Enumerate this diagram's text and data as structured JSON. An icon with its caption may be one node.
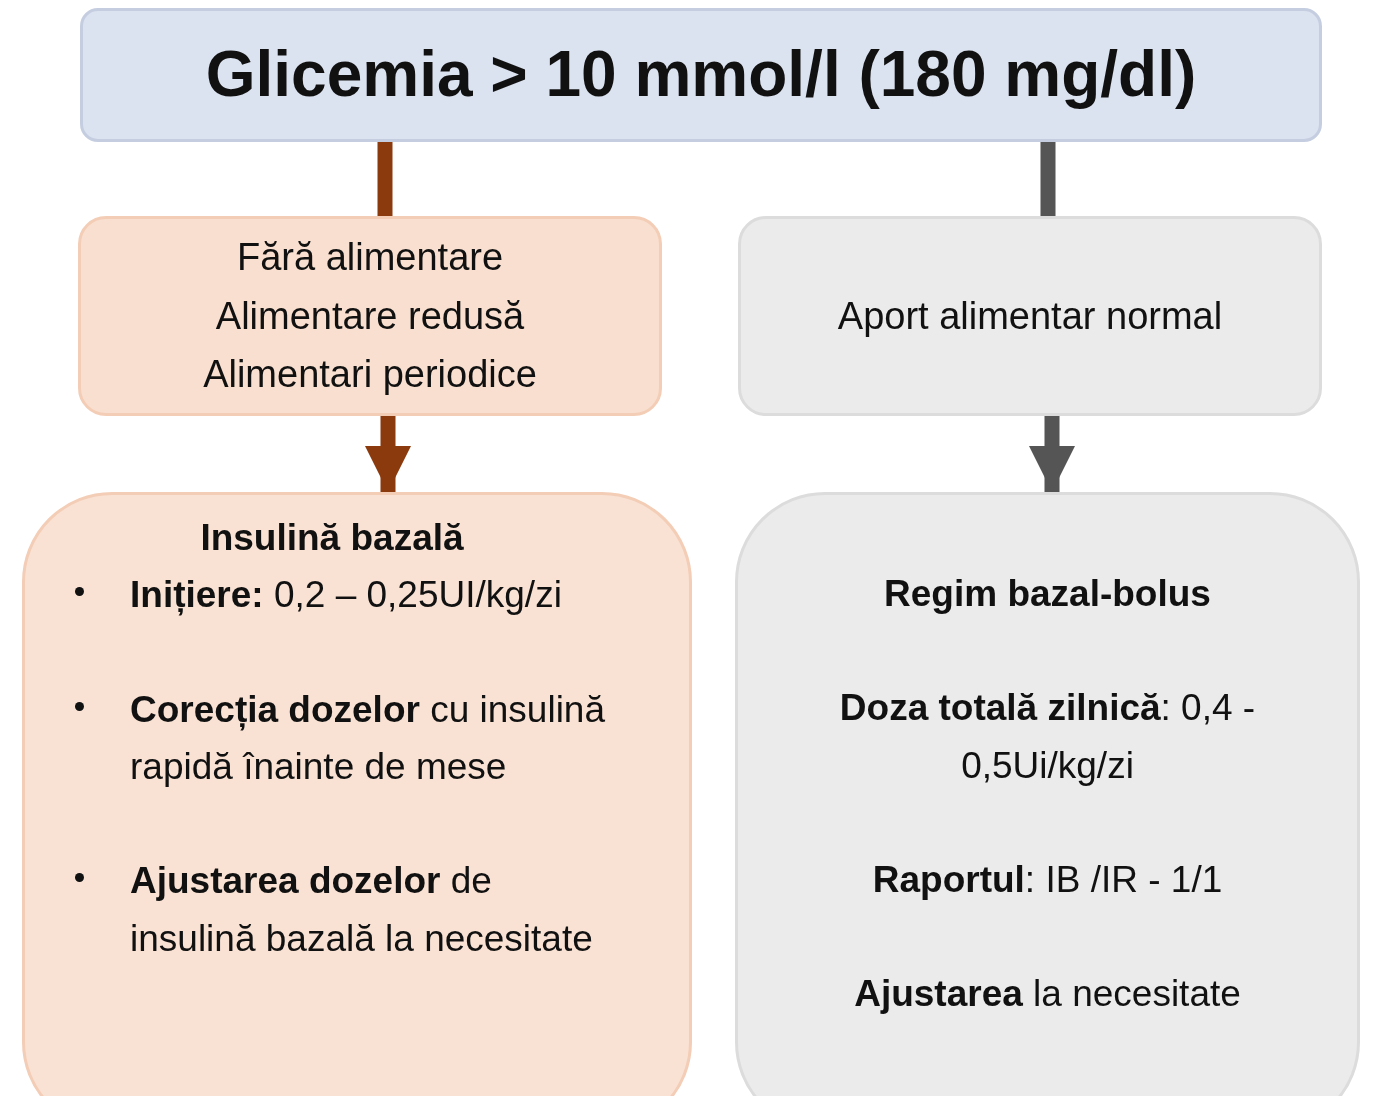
{
  "diagram": {
    "nodes": [
      {
        "text": [
          "Glicemia > 10 mmol/l (180 mg/dl)"
        ]
      },
      {
        "text": [
          "Fără alimentare",
          "Alimentare redusă",
          "Alimentari periodice"
        ]
      },
      {
        "text": [
          "Aport alimentar normal"
        ]
      },
      {
        "text": [
          "Insulină bazală",
          "**Inițiere:** 0,2 – 0,25UI/kg/zi",
          "**Corecția dozelor** cu insulină rapidă înainte de mese",
          "**Ajustarea dozelor** de insulină bazală la necesitate"
        ]
      },
      {
        "text": [
          "Regim bazal-bolus",
          "**Doza totală zilnică**: 0,4 - 0,5Ui/kg/zi",
          "**Raportul**: IB /IR - 1/1",
          "**Ajustarea** la necesitate"
        ]
      }
    ],
    "edges": [
      {
        "from": 0,
        "to": 1,
        "arrow": "none",
        "color": "#8b3a0e"
      },
      {
        "from": 0,
        "to": 2,
        "arrow": "none",
        "color": "#555555"
      },
      {
        "from": 1,
        "to": 3,
        "arrow": "to",
        "color": "#8b3a0e"
      },
      {
        "from": 2,
        "to": 4,
        "arrow": "to",
        "color": "#555555"
      }
    ]
  }
}
